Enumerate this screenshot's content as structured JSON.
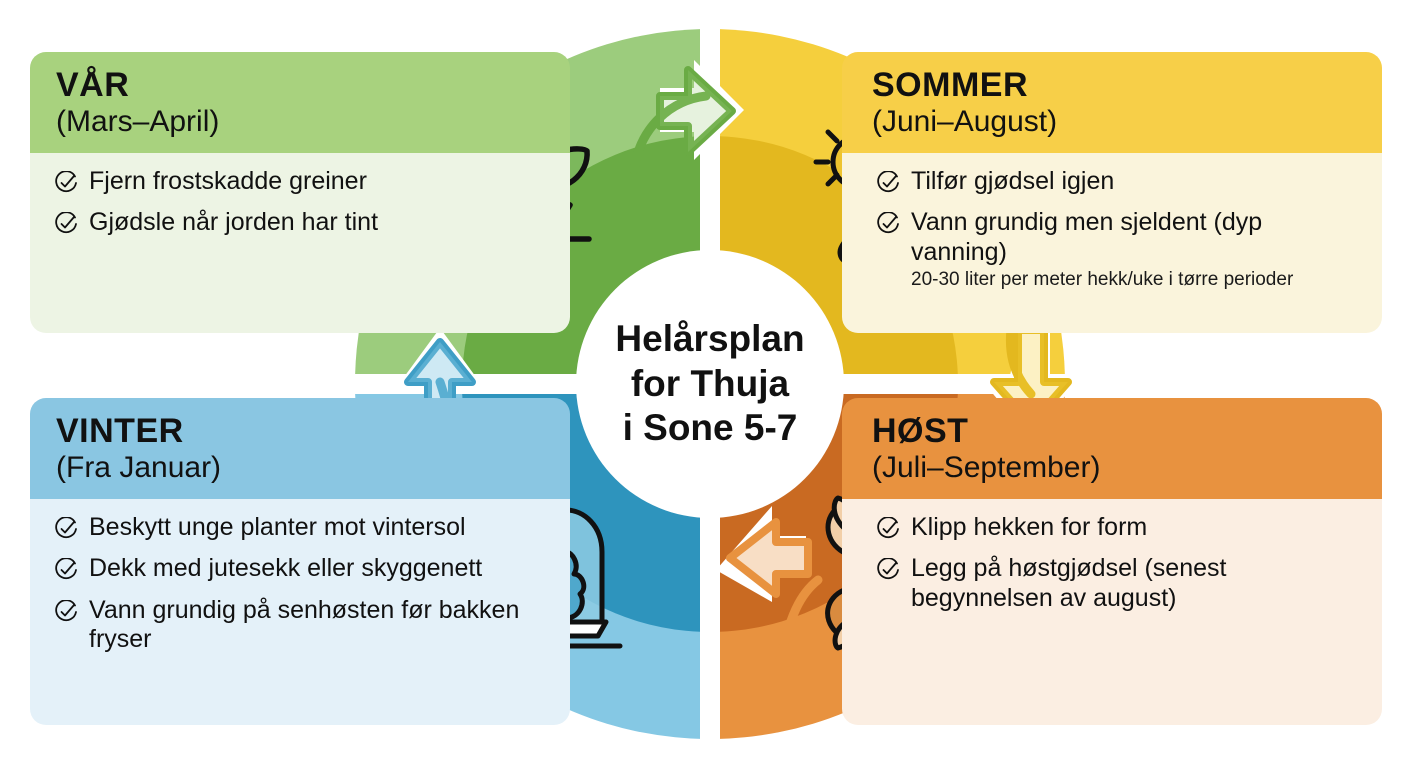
{
  "center": {
    "title": "Helårsplan\nfor Thuja\ni Sone 5-7"
  },
  "colors": {
    "spring_header": "#a8d27e",
    "spring_body": "#edf4e4",
    "spring_ring": "#9ccc7d",
    "spring_ring_dark": "#6aab44",
    "summer_header": "#f7cf48",
    "summer_body": "#faf4dc",
    "summer_ring": "#f5cf3d",
    "summer_ring_dark": "#e3b81f",
    "autumn_header": "#e8923f",
    "autumn_body": "#fbeee2",
    "autumn_ring": "#e8923f",
    "autumn_ring_dark": "#c96a22",
    "winter_header": "#8ac6e2",
    "winter_body": "#e4f1f9",
    "winter_ring": "#85c8e4",
    "winter_ring_dark": "#2e94bd"
  },
  "quadrants": {
    "spring": {
      "title": "VÅR",
      "period": "(Mars–April)",
      "icon": "seedling-icon",
      "items": [
        "Fjern frostskadde greiner",
        "Gjødsle når jorden har tint"
      ]
    },
    "summer": {
      "title": "SOMMER",
      "period": "(Juni–August)",
      "icon": "sun-watering-can-icon",
      "items": [
        "Tilfør gjødsel igjen",
        "Vann grundig men sjeldent (dyp vanning)"
      ],
      "note": "20-30 liter per meter hekk/uke i tørre perioder"
    },
    "autumn": {
      "title": "HØST",
      "period": "(Juli–September)",
      "icon": "pruning-shears-icon",
      "items": [
        "Klipp hekken for form",
        "Legg på høstgjødsel (senest begynnelsen av august)"
      ]
    },
    "winter": {
      "title": "VINTER",
      "period": "(Fra Januar)",
      "icon": "snowflake-wrapped-conifer-icon",
      "items": [
        "Beskytt unge planter mot vintersol",
        "Dekk med jutesekk eller skyggenett",
        "Vann grundig på senhøsten før bakken fryser"
      ]
    }
  },
  "arrows": [
    {
      "name": "arrow-spring-to-summer",
      "direction": "right",
      "color": "#6aab44"
    },
    {
      "name": "arrow-summer-to-autumn",
      "direction": "down",
      "color": "#e3b81f"
    },
    {
      "name": "arrow-autumn-to-winter",
      "direction": "left",
      "color": "#e8923f"
    },
    {
      "name": "arrow-winter-to-spring",
      "direction": "up",
      "color": "#3f9ec6"
    }
  ]
}
